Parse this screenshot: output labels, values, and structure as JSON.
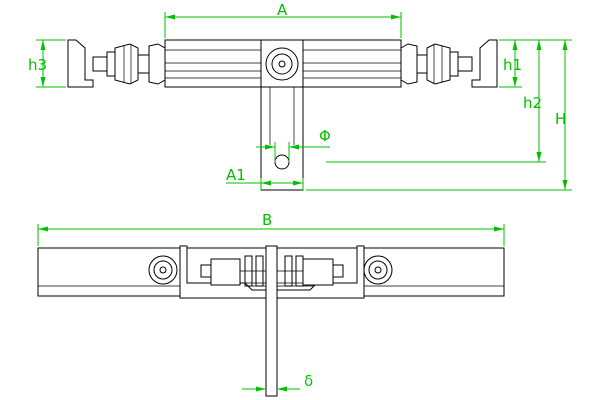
{
  "colors": {
    "background": "#ffffff",
    "part_lines": "#000000",
    "dimension_lines": "#00c000"
  },
  "dimensions": {
    "A": "A",
    "A1": "A1",
    "phi": "Φ",
    "h1": "h1",
    "h2": "h2",
    "h3": "h3",
    "H": "H",
    "B": "B",
    "delta": "δ"
  }
}
